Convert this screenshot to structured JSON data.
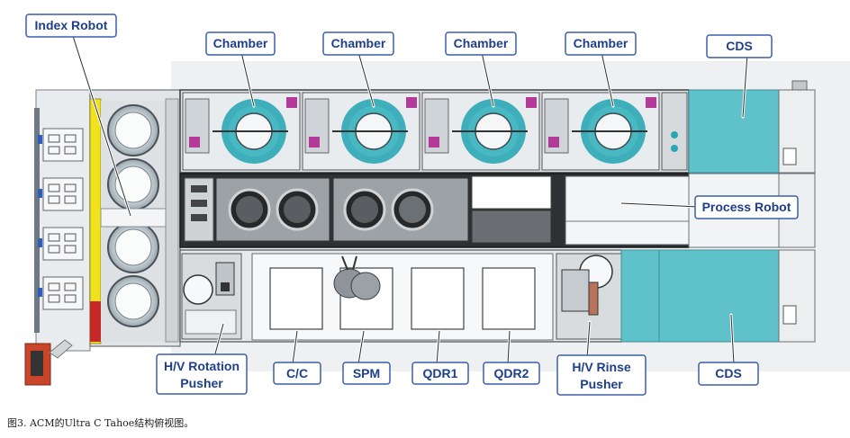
{
  "labels": {
    "index_robot": "Index Robot",
    "chamber_1": "Chamber",
    "chamber_2": "Chamber",
    "chamber_3": "Chamber",
    "chamber_4": "Chamber",
    "cds_top": "CDS",
    "process_robot": "Process Robot",
    "hv_rotation_pusher_line1": "H/V Rotation",
    "hv_rotation_pusher_line2": "Pusher",
    "cc": "C/C",
    "spm": "SPM",
    "qdr1": "QDR1",
    "qdr2": "QDR2",
    "hv_rinse_pusher_line1": "H/V Rinse",
    "hv_rinse_pusher_line2": "Pusher",
    "cds_bottom": "CDS"
  },
  "caption": "图3. ACM的Ultra C Tahoe结构俯视图。",
  "colors": {
    "label_border": "#3a5fa8",
    "label_text": "#1f3f8a",
    "cds_panel": "#5fc1c9",
    "chamber_ring": "#2aa7b4",
    "machine_gray": "#a8adb3",
    "dark_frame": "#2e3033"
  }
}
